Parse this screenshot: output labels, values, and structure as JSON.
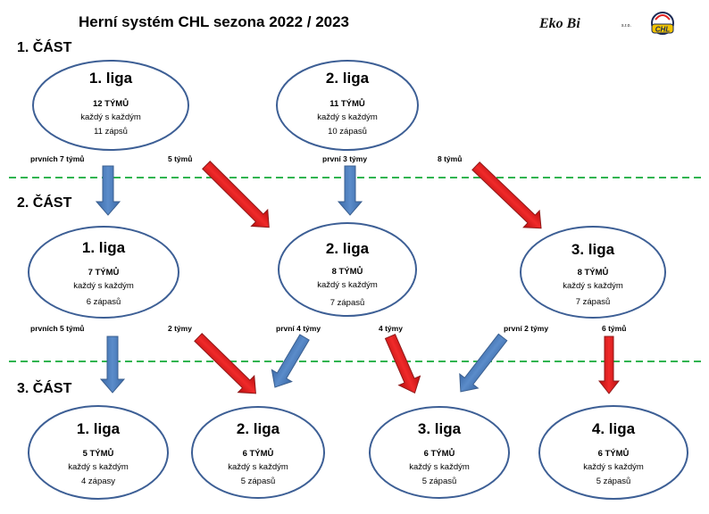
{
  "title": "Herní systém CHL sezona 2022 / 2023",
  "logo": {
    "brand": "Eko Bi",
    "suffix": "s.r.o.",
    "badge": "CHL"
  },
  "colors": {
    "ellipse_border": "#3d5f95",
    "blue_arrow": "#4a7ab8",
    "red_arrow": "#e01818",
    "divider": "#2fb450"
  },
  "phases": [
    {
      "label": "1. ČÁST",
      "leagues": [
        {
          "name": "1. liga",
          "teams": "12 TÝMŮ",
          "format": "každý s každým",
          "matches": "11 zápsů"
        },
        {
          "name": "2. liga",
          "teams": "11 TÝMŮ",
          "format": "každý s každým",
          "matches": "10 zápasů"
        }
      ],
      "transitions": [
        {
          "text": "prvních 7 týmů",
          "color": "blue"
        },
        {
          "text": "5 týmů",
          "color": "red"
        },
        {
          "text": "první 3 týmy",
          "color": "blue"
        },
        {
          "text": "8 týmů",
          "color": "red"
        }
      ]
    },
    {
      "label": "2. ČÁST",
      "leagues": [
        {
          "name": "1. liga",
          "teams": "7 TÝMŮ",
          "format": "každý s každým",
          "matches": "6 zápasů"
        },
        {
          "name": "2. liga",
          "teams": "8 TÝMŮ",
          "format": "každý s každým",
          "matches": "7 zápasů"
        },
        {
          "name": "3. liga",
          "teams": "8 TÝMŮ",
          "format": "každý s každým",
          "matches": "7 zápasů"
        }
      ],
      "transitions": [
        {
          "text": "prvních 5 týmů",
          "color": "blue"
        },
        {
          "text": "2 týmy",
          "color": "red"
        },
        {
          "text": "první 4 týmy",
          "color": "blue"
        },
        {
          "text": "4 týmy",
          "color": "red"
        },
        {
          "text": "první 2 týmy",
          "color": "blue"
        },
        {
          "text": "6 týmů",
          "color": "red"
        }
      ]
    },
    {
      "label": "3. ČÁST",
      "leagues": [
        {
          "name": "1. liga",
          "teams": "5 TÝMŮ",
          "format": "každý s každým",
          "matches": "4 zápasy"
        },
        {
          "name": "2. liga",
          "teams": "6 TÝMŮ",
          "format": "každý s každým",
          "matches": "5 zápasů"
        },
        {
          "name": "3. liga",
          "teams": "6 TÝMŮ",
          "format": "každý s každým",
          "matches": "5 zápasů"
        },
        {
          "name": "4. liga",
          "teams": "6 TÝMŮ",
          "format": "každý s každým",
          "matches": "5 zápasů"
        }
      ]
    }
  ]
}
